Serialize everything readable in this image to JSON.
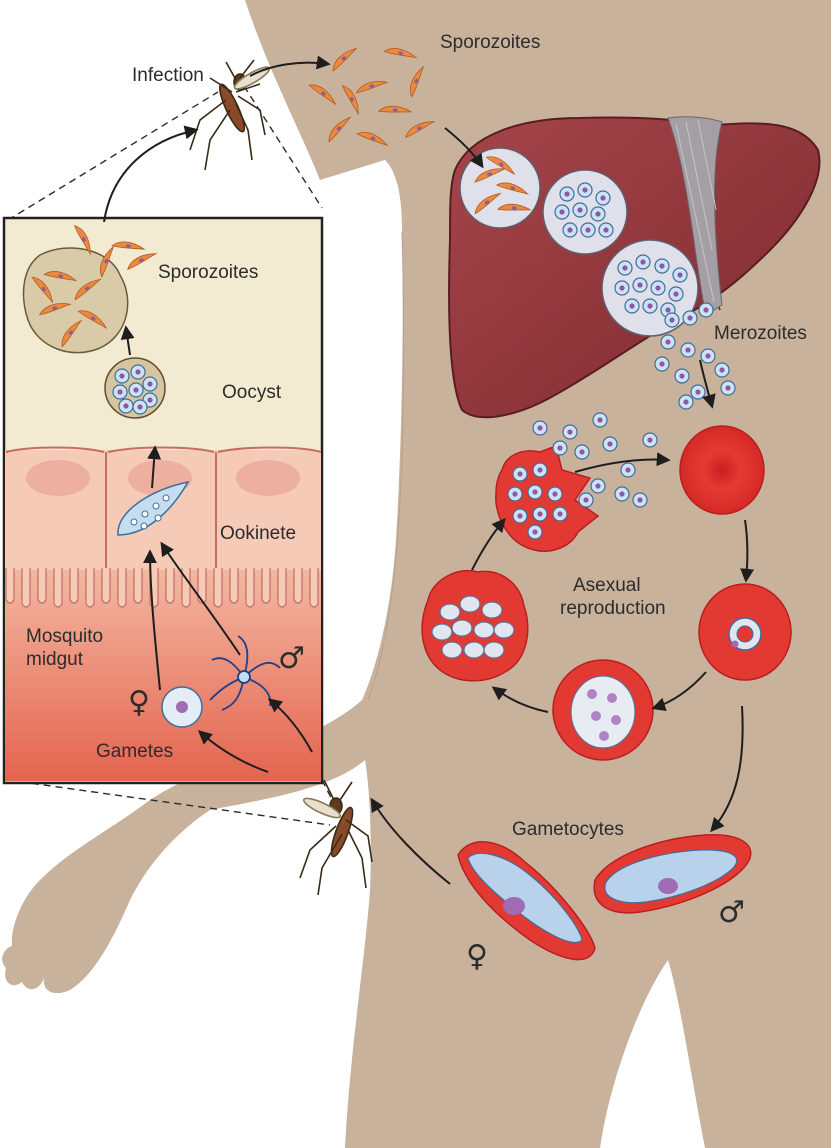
{
  "labels": {
    "infection": "Infection",
    "sporozoites_top": "Sporozoites",
    "sporozoites_inset": "Sporozoites",
    "merozoites": "Merozoites",
    "oocyst": "Oocyst",
    "ookinete": "Ookinete",
    "mosquito_midgut_1": "Mosquito",
    "mosquito_midgut_2": "midgut",
    "gametes": "Gametes",
    "asexual_1": "Asexual",
    "asexual_2": "reproduction",
    "gametocytes": "Gametocytes",
    "female_symbol_inset": "♀",
    "male_symbol_inset": "♂",
    "female_symbol_gametocyte": "♀",
    "male_symbol_gametocyte": "♂"
  },
  "colors": {
    "skin": "#c9b29c",
    "liver": "#8e3338",
    "blood_cell": "#e0322f",
    "inset_top": "#f3ead2",
    "inset_gut": "#ea7a66",
    "parasite_blue": "#a9c8e6",
    "sporozoite": "#e8893c"
  }
}
